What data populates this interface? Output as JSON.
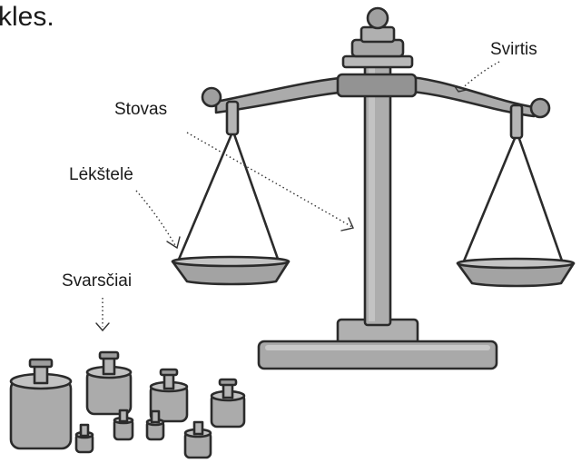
{
  "title_fragment": "kles.",
  "labels": {
    "beam": "Svirtis",
    "stand": "Stovas",
    "pan": "Lėkštelė",
    "weights": "Svarsčiai"
  },
  "colors": {
    "metal": "#a9a9a9",
    "metal_light": "#c6c6c6",
    "metal_dark": "#8a8a8a",
    "outline": "#2b2b2b"
  }
}
